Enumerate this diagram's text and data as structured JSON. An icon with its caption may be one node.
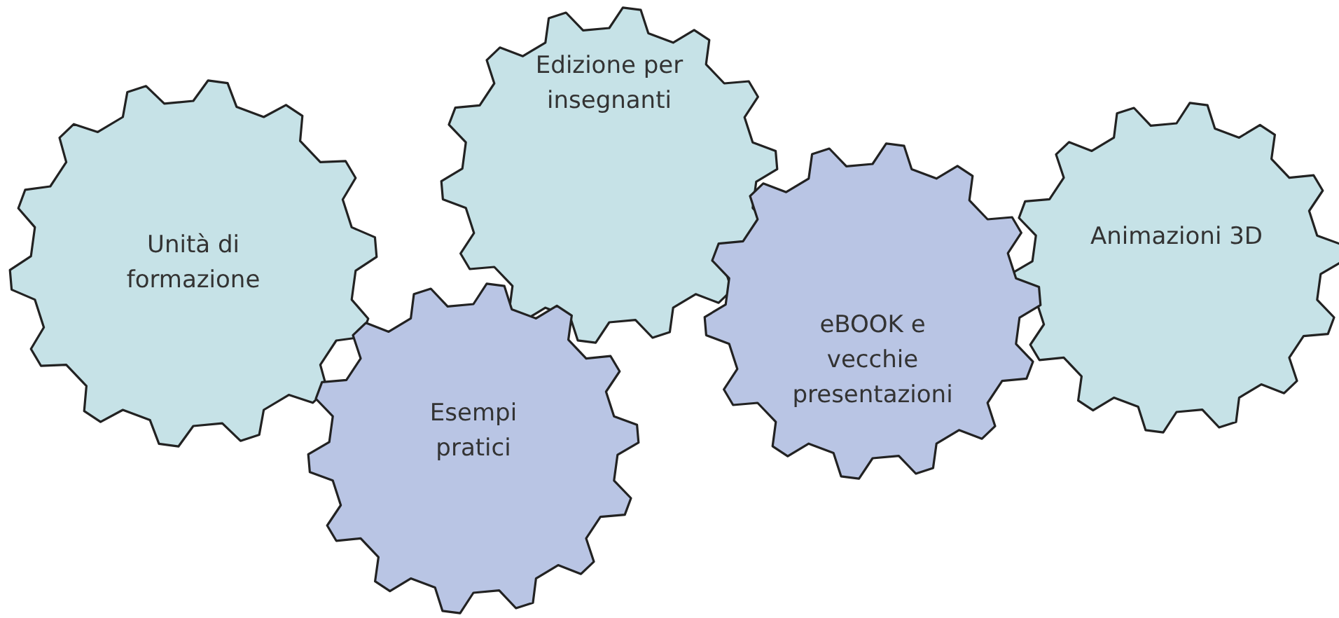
{
  "diagram": {
    "nodes": [
      {
        "text": [
          "Unità di formazione"
        ]
      },
      {
        "text": [
          "Edizione per insegnanti"
        ]
      },
      {
        "text": [
          "Esempi pratici"
        ]
      },
      {
        "text": [
          "eBOOK e vecchie presentazioni"
        ]
      },
      {
        "text": [
          "Animazioni 3D"
        ]
      }
    ]
  }
}
